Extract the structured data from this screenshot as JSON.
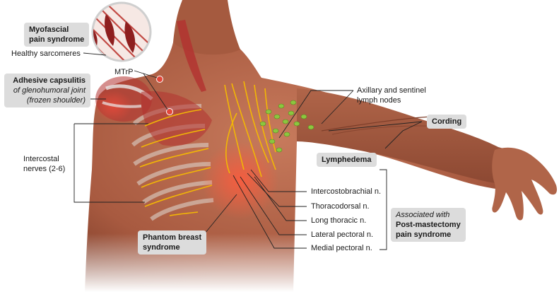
{
  "labels": {
    "myofascial_line1": "Myofascial",
    "myofascial_line2": "pain syndrome",
    "healthy_sarcomeres": "Healthy sarcomeres",
    "mtrp": "MTrP",
    "adhesive_title": "Adhesive capsulitis",
    "adhesive_sub1": "of glenohumoral joint",
    "adhesive_sub2": "(frozen shoulder)",
    "intercostal_line1": "Intercostal",
    "intercostal_line2": "nerves (2-6)",
    "axillary_line1": "Axillary and sentinel",
    "axillary_line2": "lymph nodes",
    "cording": "Cording",
    "lymphedema": "Lymphedema",
    "intercostobrachial": "Intercostobrachial n.",
    "thoracodorsal": "Thoracodorsal n.",
    "long_thoracic": "Long thoracic n.",
    "lateral_pectoral": "Lateral pectoral n.",
    "medial_pectoral": "Medial pectoral n.",
    "associated_with": "Associated with",
    "pms_line1": "Post-mastectomy",
    "pms_line2": "pain syndrome",
    "phantom_line1": "Phantom breast",
    "phantom_line2": "syndrome"
  },
  "colors": {
    "skin": "#b5684f",
    "skin_dark": "#8a4530",
    "muscle": "#b3312f",
    "nerve": "#f2b705",
    "node": "#8cc63f",
    "pain": "#e2463a",
    "box": "#dcdcdc"
  }
}
